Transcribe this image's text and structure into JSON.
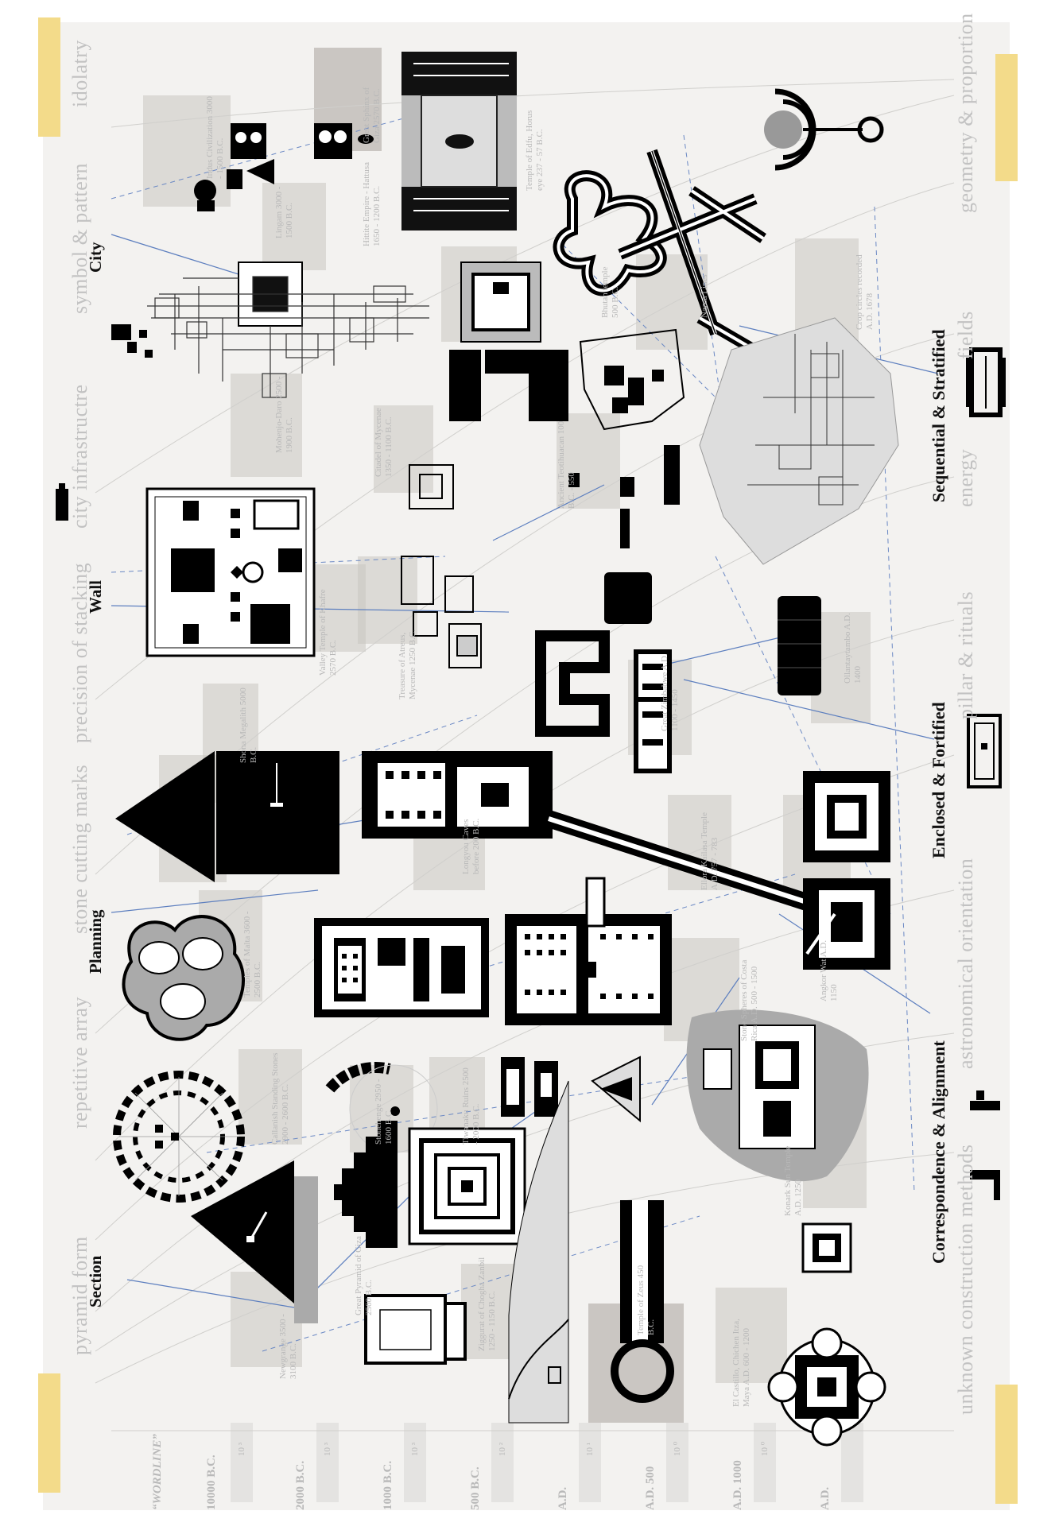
{
  "themes_left": [
    "idolatry",
    "symbol & pattern",
    "city infrastructre",
    "precision of stacking",
    "stone cutting marks",
    "repetitive array",
    "pyramid form"
  ],
  "themes_right": [
    "geometry & proportion",
    "fields",
    "energy",
    "pillar & rituals",
    "astronomical orientation",
    "unknown construction methods"
  ],
  "categories_left": [
    "City",
    "Wall",
    "Planning",
    "Section"
  ],
  "categories_right": [
    "Sequential & Stratified",
    "Enclosed & Fortified",
    "Correspondence & Alignment"
  ],
  "wordline": "“WORDLINE”",
  "timeline": [
    "10000  B.C.",
    "2000  B.C.",
    "1000  B.C.",
    "500  B.C.",
    "A.D.",
    "A.D.  500",
    "A.D.  1000",
    "A.D."
  ],
  "timeline_scale": [
    "10 ³",
    "10 ³",
    "10 ³",
    "10 ²",
    "10 ¹",
    "10 ⁰",
    "10 ⁰"
  ],
  "captions": [
    "Indus Civilization 3000 - 1500 B.C.",
    "Lingam 3000 - 1500 B.C.",
    "Hittite Empire - Hattusa 1650 - 1200 B.C.",
    "Great Sphinx of Giza 2570 B.C.",
    "Temple of Edfu, Horus eye 237 - 57 B.C.",
    "Bhutan temple 500 B.C.",
    "Nazca Lines",
    "Crop circles recorded A.D. 1678",
    "Mohenjo-Daro 2500 - 1900 B.C.",
    "Citadel of Mycenae 1350 - 1100 B.C.",
    "Ancient Teotihuacan 100 B.C. - 550",
    "Valley Temple of Khafre 2570 B.C.",
    "Treasure of Atreus, Mycenae 1250 B.C.",
    "Shona Megalith 5000 B.C.",
    "Ollantaytambo A.D. 1400",
    "Great Zimbabwe A.D. 1100 - 1450",
    "Longyou Caves before 200 B.C.",
    "Ellora Kailasa Temple A.D. 757 - 783",
    "Temples of Malta 3600 - 2500 B.C.",
    "Angkor Wat A.D. 1150",
    "Stone Spheres of Costa Rica A.D. 500 - 1500",
    "Callanish Standing Stones 2900 - 2600 B.C.",
    "Stonehenge 2950 - 1600 B.C.",
    "Tiwanaku Ruins 2500 - 2000 B.C.",
    "Konark Sun Temple A.D. 1250",
    "Great Pyramid of Giza 2560 B.C.",
    "Ziggurat of Chogha Zanbil 1250 - 1150 B.C.",
    "Newgrange 3500 - 3100 B.C.",
    "El Castillo, Chichen Itza, Maya A.D. 600 - 1200",
    "Temple of Zeus 450 B.C."
  ]
}
